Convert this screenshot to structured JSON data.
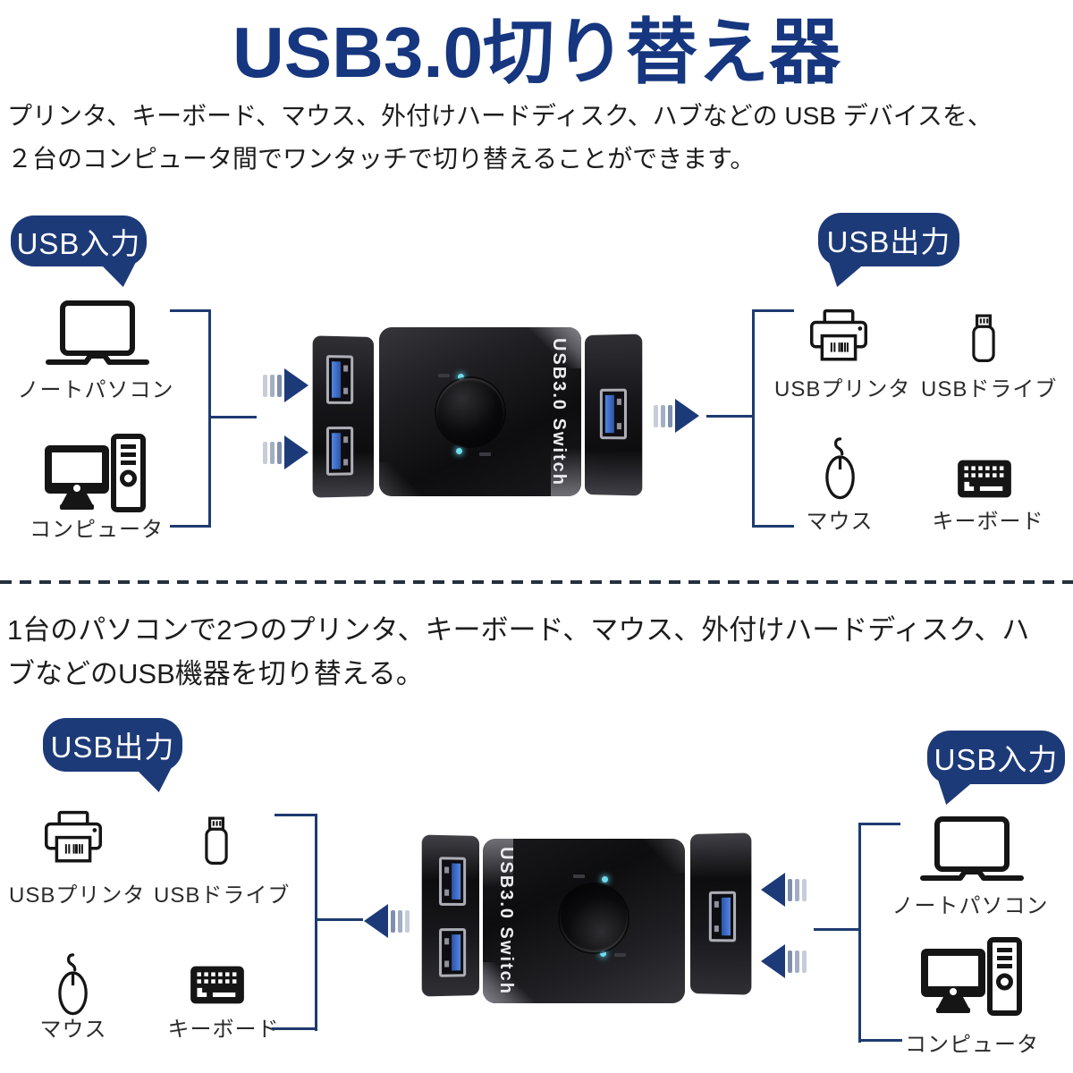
{
  "header": {
    "title": "USB3.0切り替え器",
    "intro_line1": "プリンタ、キーボード、マウス、外付けハードディスク、ハブなどの USB デバイスを、",
    "intro_line2": "２台のコンピュータ間でワンタッチで切り替えることができます。"
  },
  "section2": {
    "line1": "1台のパソコンで2つのプリンタ、キーボード、マウス、外付けハードディスク、ハ",
    "line2": "ブなどのUSB機器を切り替える。"
  },
  "device": {
    "label": "USB3.0 Switch"
  },
  "diagram_top": {
    "input_bubble": "USB入力",
    "output_bubble": "USB出力",
    "inputs": [
      {
        "label": "ノートパソコン"
      },
      {
        "label": "コンピュータ"
      }
    ],
    "outputs": [
      {
        "label": "USBプリンタ"
      },
      {
        "label": "USBドライブ"
      },
      {
        "label": "マウス"
      },
      {
        "label": "キーボード"
      }
    ]
  },
  "diagram_bottom": {
    "output_bubble": "USB出力",
    "input_bubble": "USB入力",
    "outputs": [
      {
        "label": "USBプリンタ"
      },
      {
        "label": "USBドライブ"
      },
      {
        "label": "マウス"
      },
      {
        "label": "キーボード"
      }
    ],
    "inputs": [
      {
        "label": "ノートパソコン"
      },
      {
        "label": "コンピュータ"
      }
    ]
  },
  "colors": {
    "accent_navy": "#1d3a78",
    "title_blue": "#16367f",
    "line_navy": "#1e3b70",
    "led_cyan": "#6fdcec",
    "usb_blue": "#3a6fd6",
    "text_dark": "#1d1d1d"
  }
}
